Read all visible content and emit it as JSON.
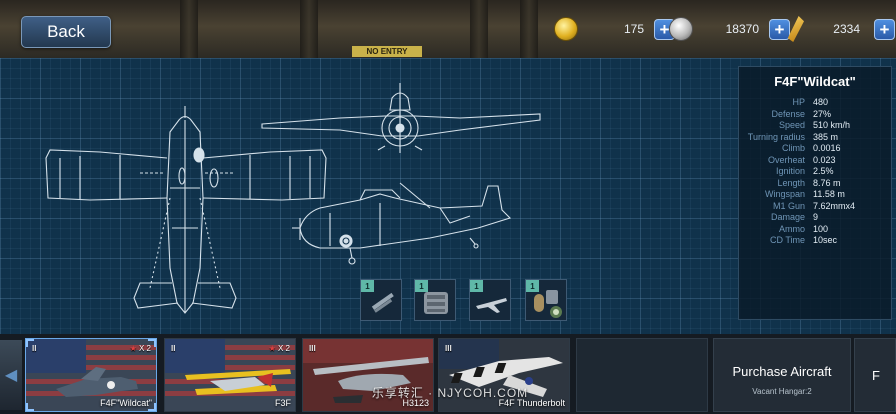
{
  "topbar": {
    "back_label": "Back",
    "sign_text": "NO ENTRY",
    "currencies": [
      {
        "name": "gold",
        "icon": "gold-coin-icon",
        "value": "175"
      },
      {
        "name": "silver",
        "icon": "silver-coin-icon",
        "value": "18370"
      },
      {
        "name": "feather",
        "icon": "feather-icon",
        "value": "2334"
      }
    ],
    "plus_label": "+"
  },
  "stats": {
    "title": "F4F\"Wildcat\"",
    "rows": [
      {
        "label": "HP",
        "value": "480"
      },
      {
        "label": "Defense",
        "value": "27%"
      },
      {
        "label": "Speed",
        "value": "510 km/h"
      },
      {
        "label": "Turning radius",
        "value": "385 m"
      },
      {
        "label": "Climb",
        "value": "0.0016"
      },
      {
        "label": "Overheat",
        "value": "0.023"
      },
      {
        "label": "Ignition",
        "value": "2.5%"
      },
      {
        "label": "Length",
        "value": "8.76 m"
      },
      {
        "label": "Wingspan",
        "value": "11.58 m"
      },
      {
        "label": "M1 Gun",
        "value": "7.62mmx4"
      },
      {
        "label": "Damage",
        "value": "9"
      },
      {
        "label": "Ammo",
        "value": "100"
      },
      {
        "label": "CD Time",
        "value": "10sec"
      }
    ]
  },
  "parts": [
    {
      "name": "machine-gun-part",
      "icon": "gun-barrel-icon",
      "level": "1"
    },
    {
      "name": "engine-part",
      "icon": "engine-icon",
      "level": "1"
    },
    {
      "name": "airframe-part",
      "icon": "plane-icon",
      "level": "1"
    },
    {
      "name": "ammo-part",
      "icon": "ammo-icon",
      "level": "1"
    }
  ],
  "aircraft": [
    {
      "name": "F4F\"Wildcat\"",
      "tier": "II",
      "stars": "X 2",
      "selected": true
    },
    {
      "name": "F3F",
      "tier": "II",
      "stars": "X 2",
      "selected": false
    },
    {
      "name": "H3123",
      "tier": "III",
      "stars": "",
      "selected": false
    },
    {
      "name": "F4F Thunderbolt",
      "tier": "III",
      "stars": "",
      "selected": false
    }
  ],
  "purchase": {
    "title": "Purchase Aircraft",
    "subtitle": "Vacant Hangar:2"
  },
  "next_card_letter": "F",
  "watermark": "乐享转汇 · NJYCOH.COM",
  "colors": {
    "blueprint_bg": "#10324b",
    "accent_blue": "#4f8fe0",
    "stat_label": "#6f95b6",
    "part_level": "#5fb8a8"
  }
}
